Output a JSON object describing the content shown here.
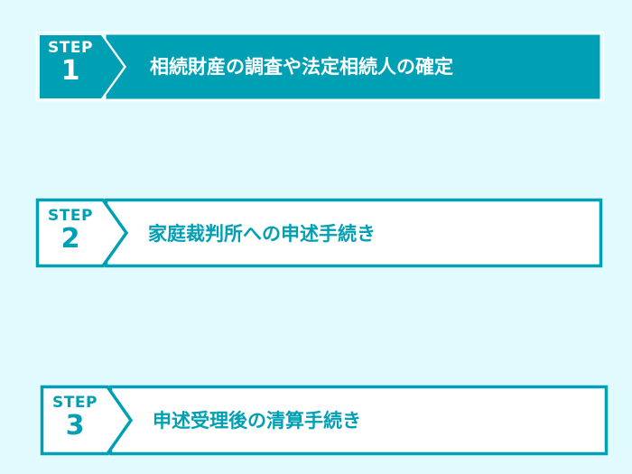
{
  "colors": {
    "background": "#e0fafd",
    "teal": "#00a0b4",
    "white": "#ffffff"
  },
  "steps": [
    {
      "label": "STEP",
      "number": "1",
      "title": "相続財産の調査や法定相続人の確定",
      "active": true
    },
    {
      "label": "STEP",
      "number": "2",
      "title": "家庭裁判所への申述手続き",
      "active": false
    },
    {
      "label": "STEP",
      "number": "3",
      "title": "申述受理後の清算手続き",
      "active": false
    }
  ]
}
